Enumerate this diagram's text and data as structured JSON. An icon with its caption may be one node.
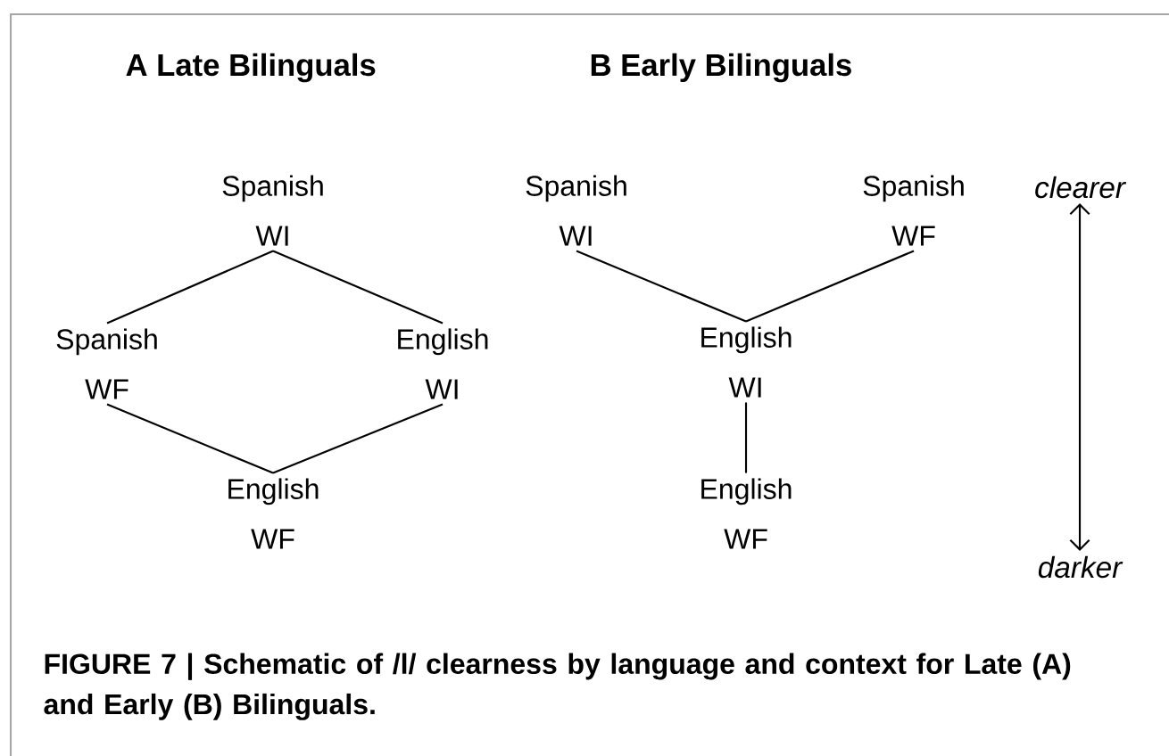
{
  "diagram": {
    "caption": "FIGURE 7 | Schematic of /l/ clearness by language and context for Late (A) and Early (B) Bilinguals.",
    "nodes": [
      {
        "text": [
          "Spanish WI"
        ]
      },
      {
        "text": [
          "Spanish WF"
        ]
      },
      {
        "text": [
          "English WI"
        ]
      },
      {
        "text": [
          "English WF"
        ]
      },
      {
        "text": [
          "Spanish WI"
        ]
      },
      {
        "text": [
          "Spanish WF"
        ]
      },
      {
        "text": [
          "English WI"
        ]
      },
      {
        "text": [
          "English WF"
        ]
      },
      {
        "text": [
          "clearer"
        ]
      },
      {
        "text": [
          "darker"
        ]
      }
    ],
    "edges": [
      {
        "from": 0,
        "to": 1,
        "arrow": "none"
      },
      {
        "from": 0,
        "to": 2,
        "arrow": "none"
      },
      {
        "from": 1,
        "to": 3,
        "arrow": "none"
      },
      {
        "from": 2,
        "to": 3,
        "arrow": "none"
      },
      {
        "from": 4,
        "to": 6,
        "arrow": "none"
      },
      {
        "from": 5,
        "to": 6,
        "arrow": "none"
      },
      {
        "from": 6,
        "to": 7,
        "arrow": "none"
      },
      {
        "from": 8,
        "to": 9,
        "arrow": "both"
      }
    ],
    "labels": [
      "A Late Bilinguals",
      "B Early Bilinguals"
    ]
  }
}
